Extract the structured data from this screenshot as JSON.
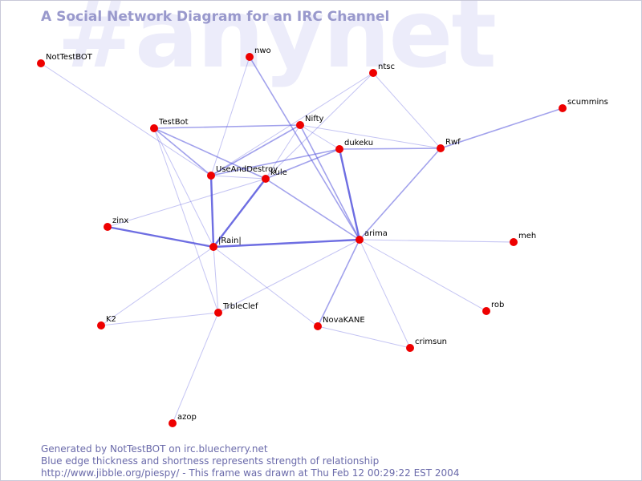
{
  "watermark": "#anynet",
  "title": "A Social Network Diagram for an IRC Channel",
  "footer": {
    "line1": "Generated by NotTestBOT on irc.bluecherry.net",
    "line2": "Blue edge thickness and shortness represents strength of relationship",
    "line3": "http://www.jibble.org/piespy/ - This frame was drawn at Thu Feb 12 00:29:22 EST 2004"
  },
  "colors": {
    "node": "#ee0000",
    "edge": "#5555dd",
    "title": "#9999cc",
    "watermark": "#ececfa",
    "footer": "#6a6aaa"
  },
  "nodes": [
    {
      "id": "NotTestBOT",
      "label": "NotTestBOT"
    },
    {
      "id": "nwo",
      "label": "nwo"
    },
    {
      "id": "ntsc",
      "label": "ntsc"
    },
    {
      "id": "scummins",
      "label": "scummins"
    },
    {
      "id": "TestBot",
      "label": "TestBot"
    },
    {
      "id": "Nifty",
      "label": "Nifty"
    },
    {
      "id": "dukeku",
      "label": "dukeku"
    },
    {
      "id": "Rwf",
      "label": "Rwf"
    },
    {
      "id": "UseAndDestroy",
      "label": "UseAndDestroy"
    },
    {
      "id": "kule",
      "label": "kule"
    },
    {
      "id": "zinx",
      "label": "zinx"
    },
    {
      "id": "Rain",
      "label": "|Rain|"
    },
    {
      "id": "arima",
      "label": "arima"
    },
    {
      "id": "meh",
      "label": "meh"
    },
    {
      "id": "TrbleClef",
      "label": "TrbleClef"
    },
    {
      "id": "K2",
      "label": "K2"
    },
    {
      "id": "NovaKANE",
      "label": "NovaKANE"
    },
    {
      "id": "rob",
      "label": "rob"
    },
    {
      "id": "crimsun",
      "label": "crimsun"
    },
    {
      "id": "azop",
      "label": "azop"
    }
  ],
  "edges": [
    {
      "source": "NotTestBOT",
      "target": "UseAndDestroy",
      "strength": 1
    },
    {
      "source": "nwo",
      "target": "UseAndDestroy",
      "strength": 1
    },
    {
      "source": "nwo",
      "target": "arima",
      "strength": 2
    },
    {
      "source": "ntsc",
      "target": "kule",
      "strength": 1
    },
    {
      "source": "ntsc",
      "target": "UseAndDestroy",
      "strength": 1
    },
    {
      "source": "ntsc",
      "target": "Rwf",
      "strength": 1
    },
    {
      "source": "scummins",
      "target": "Rwf",
      "strength": 2
    },
    {
      "source": "TestBot",
      "target": "Nifty",
      "strength": 2
    },
    {
      "source": "TestBot",
      "target": "UseAndDestroy",
      "strength": 2
    },
    {
      "source": "TestBot",
      "target": "kule",
      "strength": 2
    },
    {
      "source": "TestBot",
      "target": "Rain",
      "strength": 1
    },
    {
      "source": "TestBot",
      "target": "TrbleClef",
      "strength": 1
    },
    {
      "source": "Nifty",
      "target": "UseAndDestroy",
      "strength": 2
    },
    {
      "source": "Nifty",
      "target": "kule",
      "strength": 1
    },
    {
      "source": "Nifty",
      "target": "Rwf",
      "strength": 1
    },
    {
      "source": "Nifty",
      "target": "arima",
      "strength": 2
    },
    {
      "source": "Nifty",
      "target": "dukeku",
      "strength": 1
    },
    {
      "source": "dukeku",
      "target": "Rwf",
      "strength": 2
    },
    {
      "source": "dukeku",
      "target": "UseAndDestroy",
      "strength": 2
    },
    {
      "source": "dukeku",
      "target": "kule",
      "strength": 2
    },
    {
      "source": "dukeku",
      "target": "arima",
      "strength": 3
    },
    {
      "source": "Rwf",
      "target": "arima",
      "strength": 2
    },
    {
      "source": "UseAndDestroy",
      "target": "kule",
      "strength": 1
    },
    {
      "source": "UseAndDestroy",
      "target": "Rain",
      "strength": 3
    },
    {
      "source": "kule",
      "target": "Rain",
      "strength": 3
    },
    {
      "source": "kule",
      "target": "arima",
      "strength": 2
    },
    {
      "source": "zinx",
      "target": "Rain",
      "strength": 3
    },
    {
      "source": "zinx",
      "target": "kule",
      "strength": 1
    },
    {
      "source": "Rain",
      "target": "arima",
      "strength": 3
    },
    {
      "source": "Rain",
      "target": "TrbleClef",
      "strength": 1
    },
    {
      "source": "Rain",
      "target": "K2",
      "strength": 1
    },
    {
      "source": "Rain",
      "target": "NovaKANE",
      "strength": 1
    },
    {
      "source": "arima",
      "target": "meh",
      "strength": 1
    },
    {
      "source": "arima",
      "target": "rob",
      "strength": 1
    },
    {
      "source": "arima",
      "target": "crimsun",
      "strength": 1
    },
    {
      "source": "arima",
      "target": "NovaKANE",
      "strength": 2
    },
    {
      "source": "arima",
      "target": "TrbleClef",
      "strength": 1
    },
    {
      "source": "TrbleClef",
      "target": "K2",
      "strength": 1
    },
    {
      "source": "TrbleClef",
      "target": "azop",
      "strength": 1
    },
    {
      "source": "NovaKANE",
      "target": "crimsun",
      "strength": 1
    }
  ]
}
